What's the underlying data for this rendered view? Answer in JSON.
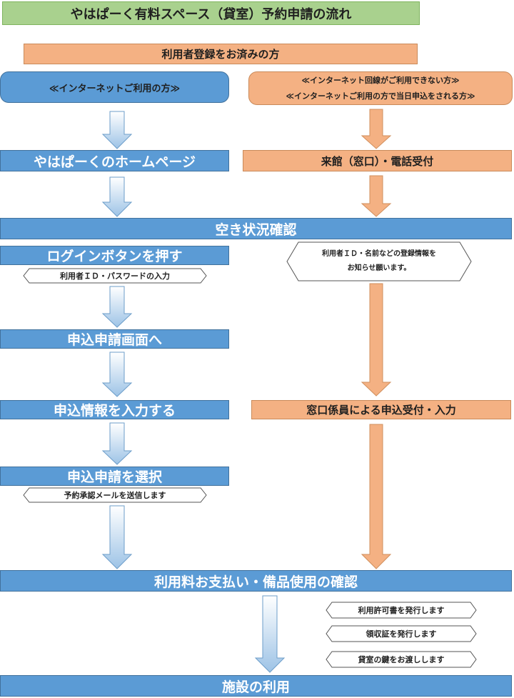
{
  "title": "やはぱーく有料スペース（貸室）予約申請の流れ",
  "registered_users": "利用者登録をお済みの方",
  "internet_users": "≪インターネットご利用の方≫",
  "non_internet_users": {
    "line1": "≪インターネット回線がご利用できない方≫",
    "line2": "≪インターネットご利用の方で当日申込をされる方≫"
  },
  "homepage": "やはぱーくのホームページ",
  "counter_phone": "来館（窓口）・電話受付",
  "availability_check": "空き状況確認",
  "login_button": "ログインボタンを押す",
  "login_note": "利用者ＩＤ・パスワードの入力",
  "registration_note": {
    "line1": "利用者ＩＤ・名前などの登録情報を",
    "line2": "お知らせ願います。"
  },
  "application_screen": "申込申請画面へ",
  "input_info": "申込情報を入力する",
  "counter_staff_input": "窓口係員による申込受付・入力",
  "select_application": "申込申請を選択",
  "email_note": "予約承認メールを送信します",
  "payment_check": "利用料お支払い・備品使用の確認",
  "notes_after_payment": [
    "利用許可書を発行します",
    "領収証を発行します",
    "貸室の鍵をお渡しします"
  ],
  "facility_use": "施設の利用",
  "colors": {
    "green": "#a9d18e",
    "orange": "#f4b183",
    "blue": "#5b9bd5",
    "arrow_blue_top": "#ffffff",
    "arrow_blue_bottom": "#9dc3e6",
    "arrow_orange": "#f4b183"
  }
}
